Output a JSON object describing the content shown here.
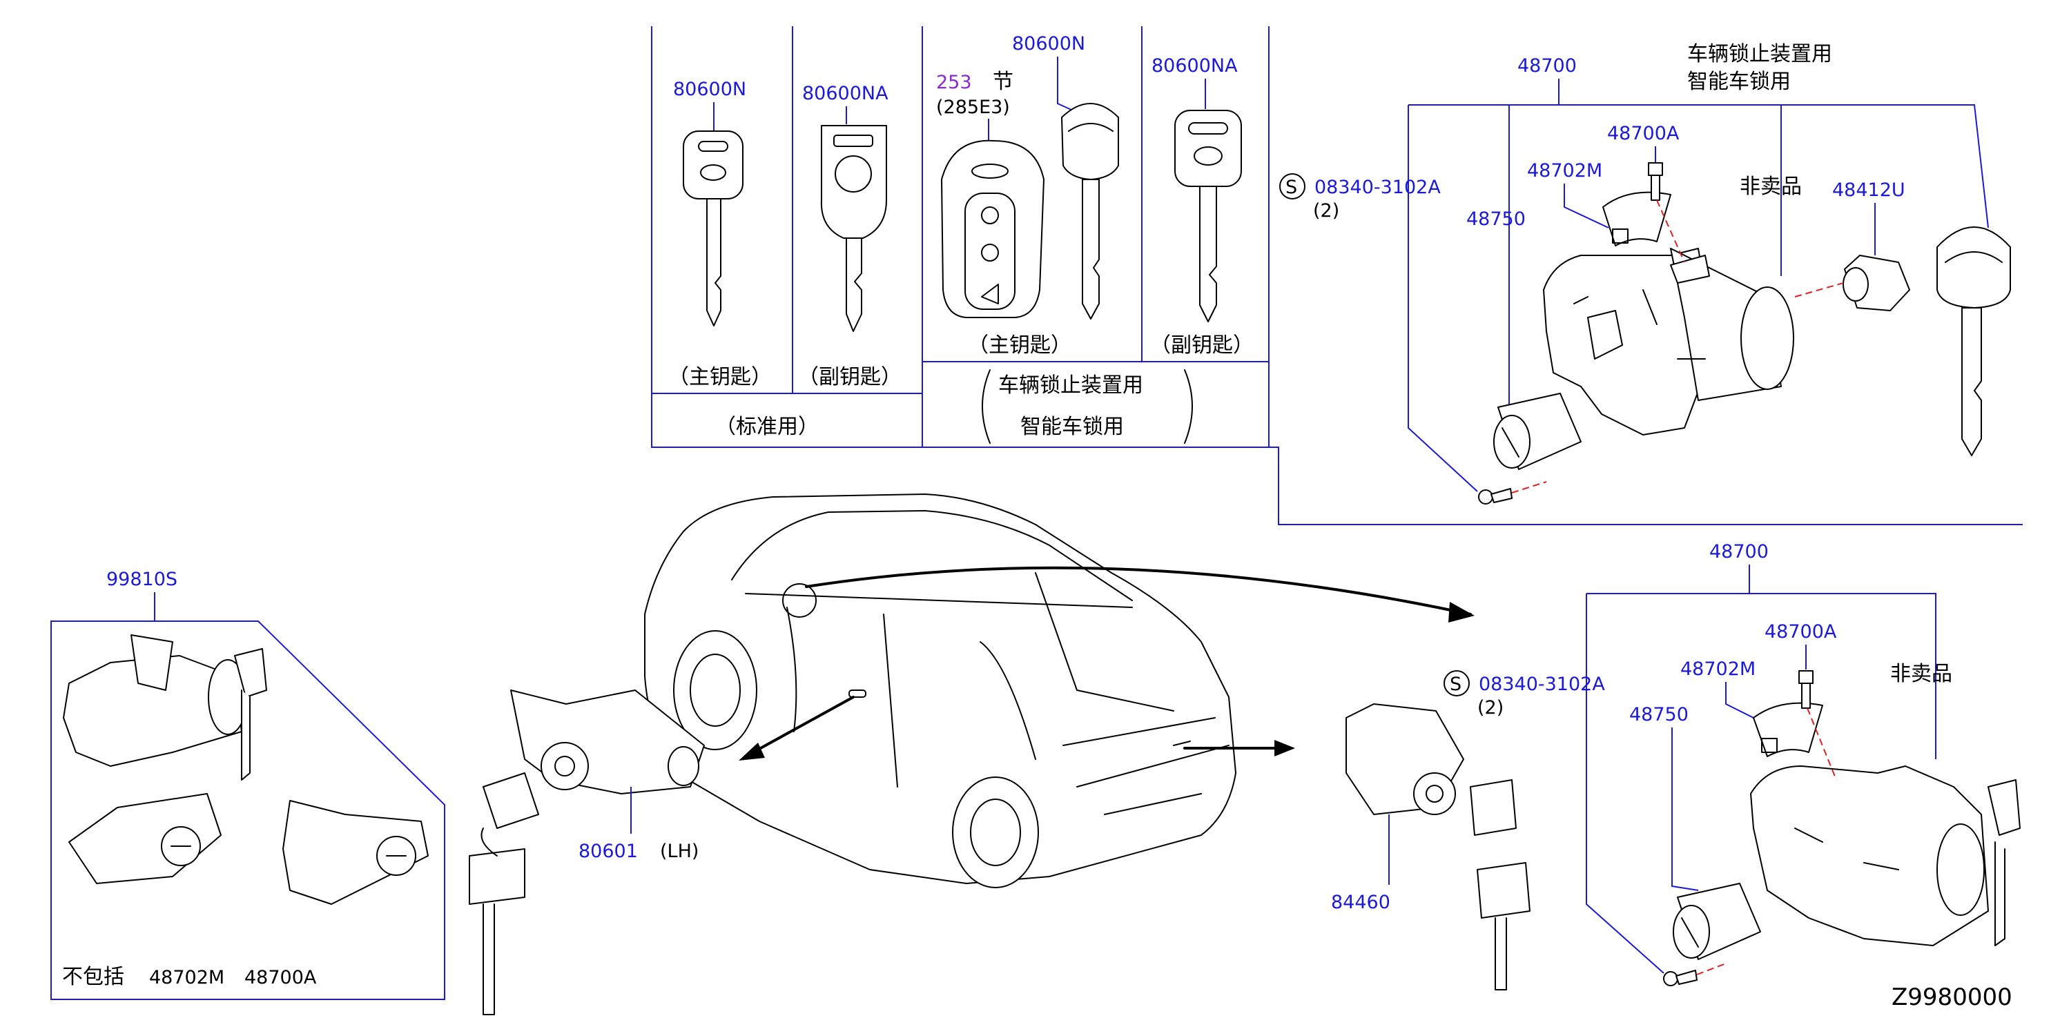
{
  "top_table": {
    "key1_pn": "80600N",
    "key2_pn": "80600NA",
    "smart_section": "253",
    "smart_section_suffix": "节",
    "smart_code": "(285E3)",
    "key3_pn": "80600N",
    "key4_pn": "80600NA",
    "master_key": "（主钥匙）",
    "sub_key": "（副钥匙）",
    "master_key_2": "（主钥匙）",
    "sub_key_2": "（副钥匙）",
    "standard": "（标准用）",
    "immobilizer_line1": "车辆锁止装置用",
    "immobilizer_line2": "智能车锁用"
  },
  "upper_right": {
    "assembly_pn": "48700",
    "note_line1": "车辆锁止装置用",
    "note_line2": "智能车锁用",
    "screw_symbol": "S",
    "screw_pn": "08340-3102A",
    "screw_qty": "(2)",
    "pn_48750": "48750",
    "pn_48702M": "48702M",
    "pn_48700A": "48700A",
    "not_for_sale": "非卖品",
    "pn_48412U": "48412U"
  },
  "lower_right": {
    "assembly_pn": "48700",
    "screw_symbol": "S",
    "screw_pn": "08340-3102A",
    "screw_qty": "(2)",
    "pn_48700A": "48700A",
    "pn_48702M": "48702M",
    "not_for_sale": "非卖品",
    "pn_48750": "48750"
  },
  "left_box": {
    "kit_pn": "99810S",
    "excludes_label": "不包括",
    "excludes_pn1": "48702M",
    "excludes_pn2": "48700A"
  },
  "door_lock": {
    "pn": "80601",
    "side": "(LH)"
  },
  "trunk_lock": {
    "pn": "84460"
  },
  "figure_code": "Z9980000",
  "colors": {
    "part_number": "#1a1ad8",
    "section_ref": "#8a2ad0",
    "guide_line": "#e02020",
    "drawing": "#000000"
  }
}
